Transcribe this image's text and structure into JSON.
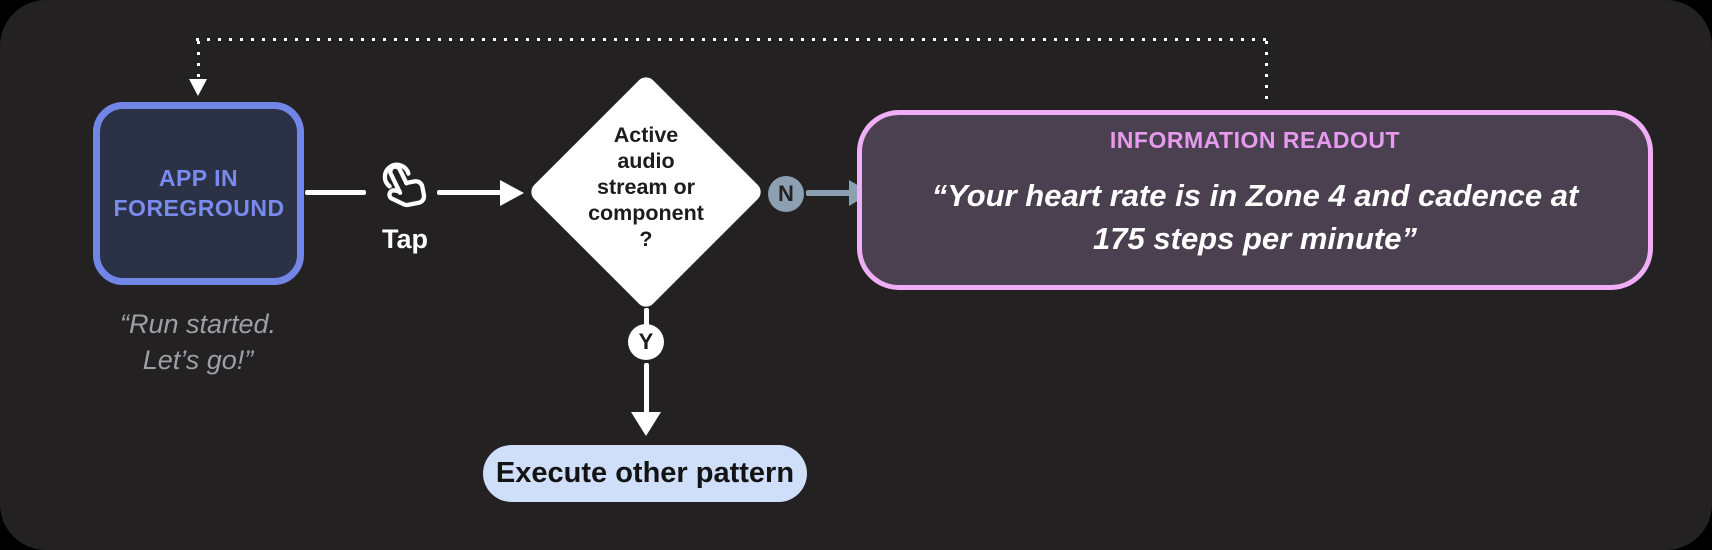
{
  "colors": {
    "panel_bg": "#242122",
    "app_node_border": "#7286E8",
    "app_node_bg": "#2B3245",
    "app_node_text": "#7A8BEE",
    "caption_text": "#9AA0A6",
    "flow_white": "#FFFFFF",
    "branch_no_slate": "#8CA0B2",
    "readout_border": "#EFAEF6",
    "readout_bg": "#4B4050",
    "readout_title": "#E79BEF",
    "execute_pill_bg": "#CFDEF9",
    "execute_pill_text": "#131313"
  },
  "app_node": {
    "label": "APP IN FOREGROUND",
    "caption_line1": "“Run started.",
    "caption_line2": "Let’s go!”"
  },
  "tap": {
    "label": "Tap",
    "icon": "touch-app-icon"
  },
  "decision": {
    "lines": [
      "Active",
      "audio",
      "stream or",
      "component",
      "?"
    ]
  },
  "branches": {
    "no_label": "N",
    "yes_label": "Y"
  },
  "readout": {
    "title": "INFORMATION READOUT",
    "quote_line1": "“Your heart rate is in Zone 4 and cadence at",
    "quote_line2": "175 steps per minute”"
  },
  "execute": {
    "label": "Execute other pattern"
  }
}
